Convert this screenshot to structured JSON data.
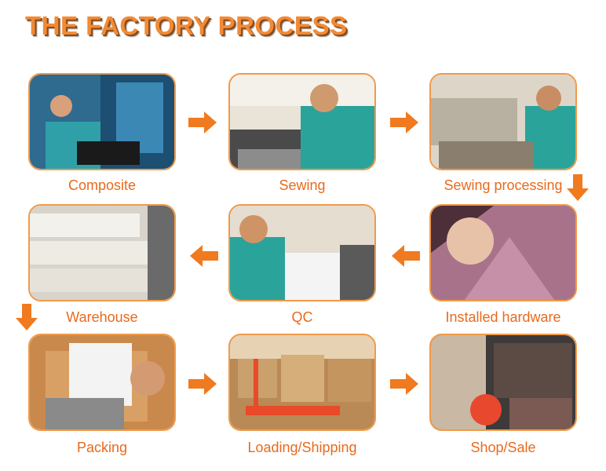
{
  "page": {
    "title": "THE FACTORY PROCESS"
  },
  "steps": [
    {
      "label": "Composite"
    },
    {
      "label": "Sewing"
    },
    {
      "label": "Sewing processing"
    },
    {
      "label": "Installed hardware"
    },
    {
      "label": "QC"
    },
    {
      "label": "Warehouse"
    },
    {
      "label": "Packing"
    },
    {
      "label": "Loading/Shipping"
    },
    {
      "label": "Shop/Sale"
    }
  ],
  "arrows": {
    "color": "#f07a1f",
    "directions": [
      "right",
      "right",
      "down",
      "left",
      "left",
      "down",
      "right",
      "right"
    ]
  },
  "colors": {
    "title": "#f28a35",
    "label": "#e86a1c",
    "card_border": "#f09a4a"
  }
}
